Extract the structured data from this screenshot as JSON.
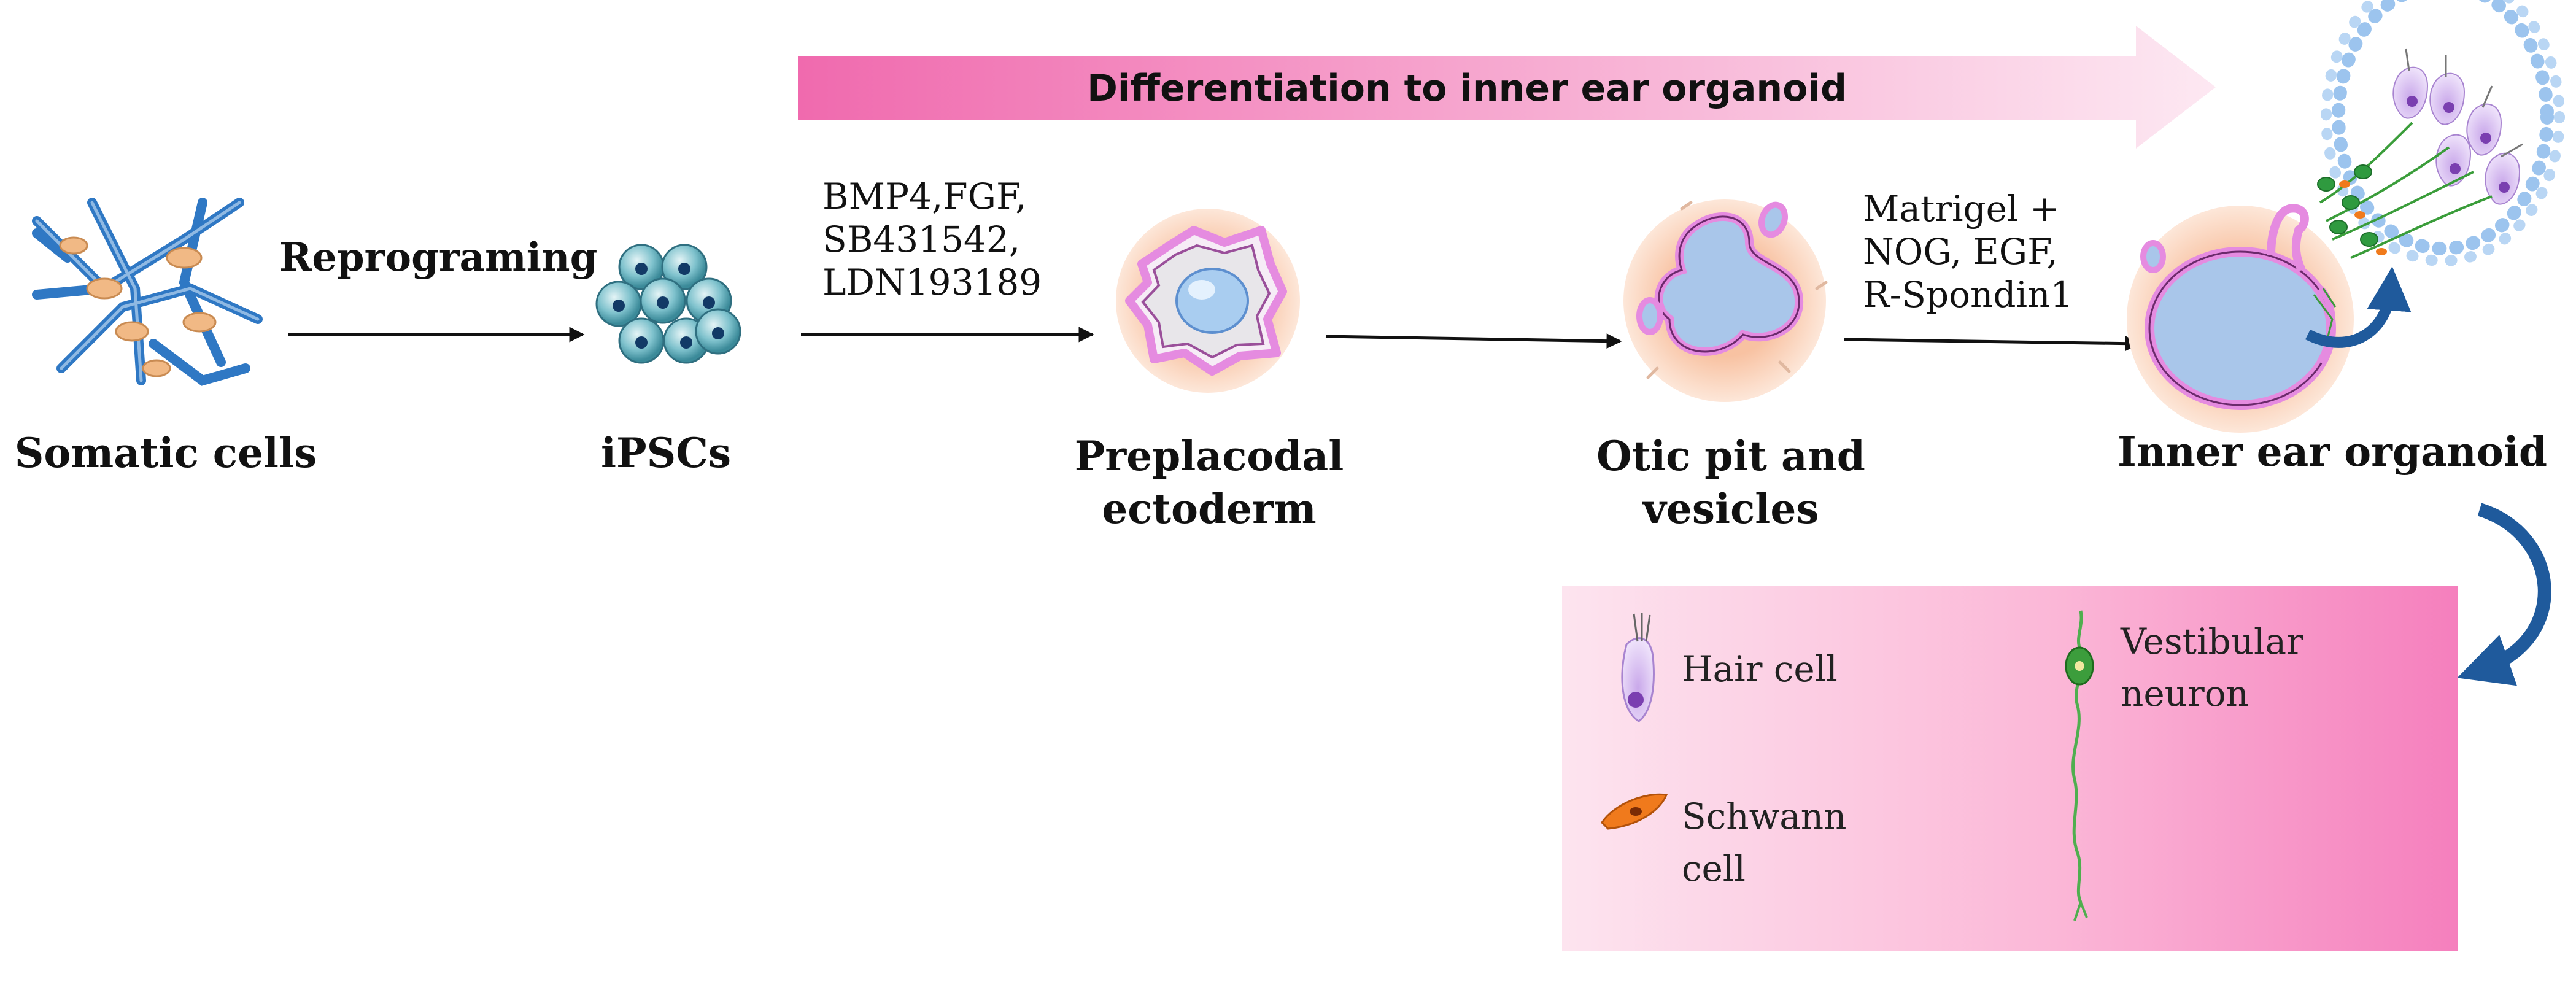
{
  "banner": {
    "text": "Differentiation to inner ear organoid"
  },
  "stages": {
    "somatic": "Somatic cells",
    "ipsc": "iPSCs",
    "preplacodal_1": "Preplacodal",
    "preplacodal_2": "ectoderm",
    "otic_1": "Otic pit and",
    "otic_2": "vesicles",
    "organoid": "Inner ear organoid"
  },
  "steps": {
    "reprograming": "Reprograming",
    "factors_1": [
      "BMP4,FGF,",
      "SB431542,",
      "LDN193189"
    ],
    "factors_2": [
      "Matrigel +",
      "NOG, EGF,",
      "R-Spondin1"
    ]
  },
  "legend": {
    "hair_cell": "Hair cell",
    "schwann_1": "Schwann",
    "schwann_2": "cell",
    "neuron_1": "Vestibular",
    "neuron_2": "neuron"
  },
  "colors": {
    "banner_start": "#f06aae",
    "banner_end": "#fde8f2",
    "legend_start": "#fde4ef",
    "legend_end": "#f57fbd",
    "cell_blue": "#2f78c4",
    "halo": "#fbd3bc",
    "membrane": "#ea8fe6",
    "vesicle": "#a9c6ea",
    "arrow_curve": "#1f5a9c"
  }
}
